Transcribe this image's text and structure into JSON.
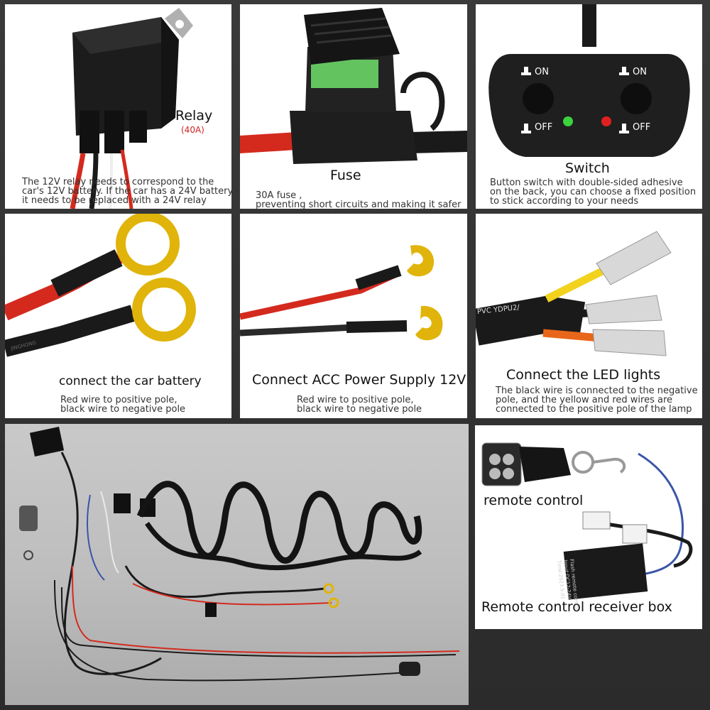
{
  "panels": {
    "relay": {
      "title": "Relay",
      "subtitle": "(40A)",
      "desc": [
        "The 12V relay needs to correspond to the",
        "car's 12V battery. If the car has a 24V battery,",
        "it needs to be replaced with a 24V relay"
      ]
    },
    "fuse": {
      "title": "Fuse",
      "desc": [
        "30A fuse ,",
        "preventing short circuits and making it safer"
      ]
    },
    "switch": {
      "title": "Switch",
      "on_label": "ON",
      "off_label": "OFF",
      "desc": [
        "Button switch with double-sided adhesive",
        "on the back, you can choose a fixed position",
        "to stick according to your needs"
      ]
    },
    "battery": {
      "title": "connect the car battery",
      "desc": [
        "Red wire to positive pole,",
        "black wire to negative pole"
      ]
    },
    "acc": {
      "title": "Connect ACC Power Supply 12V",
      "desc": [
        "Red wire to positive pole,",
        "black wire to negative pole"
      ]
    },
    "led": {
      "title": "Connect the LED lights",
      "cable_print": "PVC YDPU2/",
      "desc": [
        "The black wire is connected to the negative",
        "pole, and the yellow and red wires are",
        "connected to the positive pole of the lamp"
      ]
    },
    "battery_cable_print": "JINGHONG",
    "remote": {
      "title": "remote control",
      "receiver_title": "Remote control receiver box",
      "box_label": [
        "Flash remote control",
        "Input:DC12-24V",
        "Time:2023.9.01"
      ]
    }
  },
  "colors": {
    "wire_red": "#d42a1e",
    "wire_black": "#1a1a1a",
    "wire_yellow": "#f2d21c",
    "wire_orange": "#e8661a",
    "terminal_gold": "#e0b40a",
    "led_green": "#3cd23c",
    "led_red": "#e02020"
  }
}
